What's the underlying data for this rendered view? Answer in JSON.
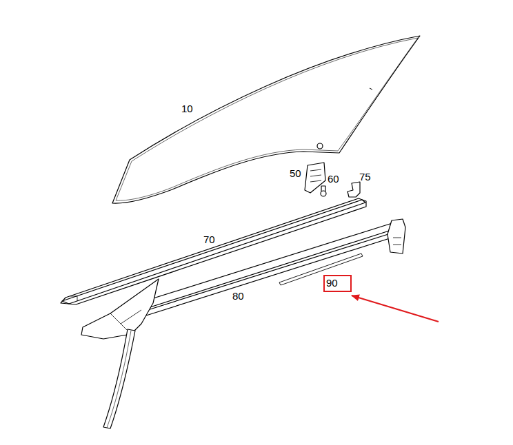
{
  "diagram": {
    "nodes": [
      {
        "text": [
          "90"
        ]
      }
    ],
    "labels": [
      "10",
      "50",
      "60",
      "75",
      "70",
      "80"
    ]
  }
}
